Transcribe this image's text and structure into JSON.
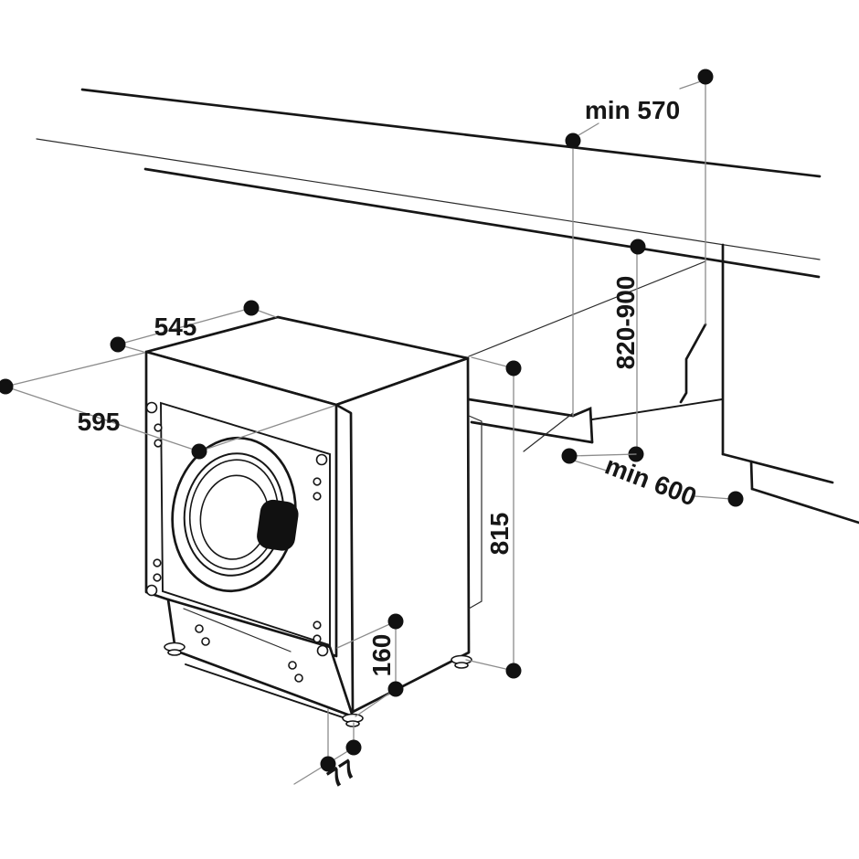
{
  "diagram": {
    "description": "Built-in washing machine installation drawing with dimension callouts",
    "labels": {
      "worktop_min_depth": "min 570",
      "niche_height_range": "820-900",
      "machine_top_depth": "545",
      "front_panel_width": "595",
      "machine_body_height": "815",
      "niche_min_width": "min 600",
      "plinth_height": "160",
      "feet_clearance": "77"
    },
    "colors": {
      "line": "#161616",
      "dimension_line": "#8c8c8c",
      "dot": "#111111",
      "handle": "#111111",
      "background": "#ffffff"
    }
  }
}
